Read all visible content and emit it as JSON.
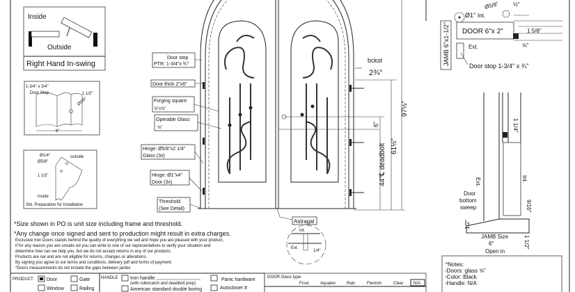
{
  "swing": {
    "inside": "Inside",
    "outside": "Outside",
    "title": "Right Hand In-swing"
  },
  "door_stop_detail": {
    "size": "1-3/4\" x 3/4\"",
    "label": "Door Stop",
    "dim1": "1 1/2\"",
    "dim2": "Ø5/8\"",
    "width": "6\""
  },
  "std_prep": {
    "d1": "Ø1/4\"",
    "d2": "Ø5/8\"",
    "d3": "1 1/2\"",
    "outside": "outside",
    "inside": "inside",
    "caption": "Std. Preparation for Installation"
  },
  "callouts": {
    "door_stop_1": "Door stop",
    "door_stop_2": "PTR: 1-3/4\"x ¾\"",
    "door_thick": "Door thick 2\"x6\"",
    "forging_1": "Forging square",
    "forging_2": "⅝\"x⅝\"",
    "operable_1": "Operable Glass",
    "operable_2": "⅝\"",
    "hinge_glass_1": "Hinge: Ø5/8\"x2 1/4\"",
    "hinge_glass_2": "Glass (3x)",
    "hinge_door_1": "Hinge: Ø1\"x4\"",
    "hinge_door_2": "Door (3x)",
    "threshold_1": "Threshold",
    "threshold_2": "(See Detail)",
    "astragal": "Astragal",
    "ext": "Ext.",
    "int": "Int.",
    "quarter": "1/4\""
  },
  "dimensions": {
    "bckst": "bckst",
    "bckst_val": "2¾\"",
    "six": "6\"",
    "deadbolt": "44\"℄ deadbolt",
    "h615": "61½\"",
    "h975": "97½\""
  },
  "section_top": {
    "d1": "Ø1\"",
    "int": "Int.",
    "d58": "Ø5/8\"",
    "half": "½\"",
    "door": "DOOR 6\"x 2\"",
    "w158": "1 5/8\"",
    "ext": "Ext.",
    "five8": "⅝\"",
    "jamb": "JAMB 6\"x1-1/2\"",
    "stop": "Door stop 1-3/4\" x ¾\""
  },
  "section_bottom": {
    "d114": "1 1/4\"",
    "ext": "Ext.",
    "int": "Int.",
    "sweep_1": "Door",
    "sweep_2": "bottom",
    "sweep_3": "sweep",
    "d916": "9/16\"",
    "d12a": "1/2\"",
    "jamb_1": "JAMB Size",
    "jamb_2": "6\"",
    "open": "Open in",
    "d112": "1 1/2\""
  },
  "notes_text": {
    "n1": "*Size shown in PO is unit size including frame and threshold.",
    "n2": "*Any change once signed and sent to production might result in extra charges.",
    "p1": "Exclusive Iron Doors stands behind the quality of everything we sell and hope you are pleased with your product,",
    "p2": "if for any reason you are unsatis    ed you can write to one of our representatives to verify your situation and",
    "p3": "determine how can we help you, but we do not accept returns in any of our products.",
    "p4": "Products are     nal and are not eligible for returns, changes or alterations.",
    "p5": "By signing you agree to our terms and conditions, delivery pdf and forms of payment.",
    "p6": "*Doors measurements do not include the gaps between jambs"
  },
  "product": {
    "label": "PRODUCT:",
    "door": "Door",
    "gate": "Gate",
    "window": "Window",
    "railing": "Railing",
    "checked": "Door"
  },
  "handle": {
    "label": "HANDLE",
    "iron": "Iron handle:",
    "iron_sub": "(with rollercatch and deadbolt prep)",
    "american": "American standard double boring",
    "panic": "Panic hardware",
    "autocloser": "Autocloser #"
  },
  "glass": {
    "label": "DOOR Glass type:",
    "options": [
      "Frost",
      "Aquatex",
      "Rain",
      "Flemish",
      "Clear",
      "N/A"
    ],
    "selected": "N/A"
  },
  "notes_box": {
    "title": "*Notes:",
    "doors": "-Doors: glass ⅝\"",
    "color": "-Color: Black",
    "handle": "-Handle: N/A"
  }
}
